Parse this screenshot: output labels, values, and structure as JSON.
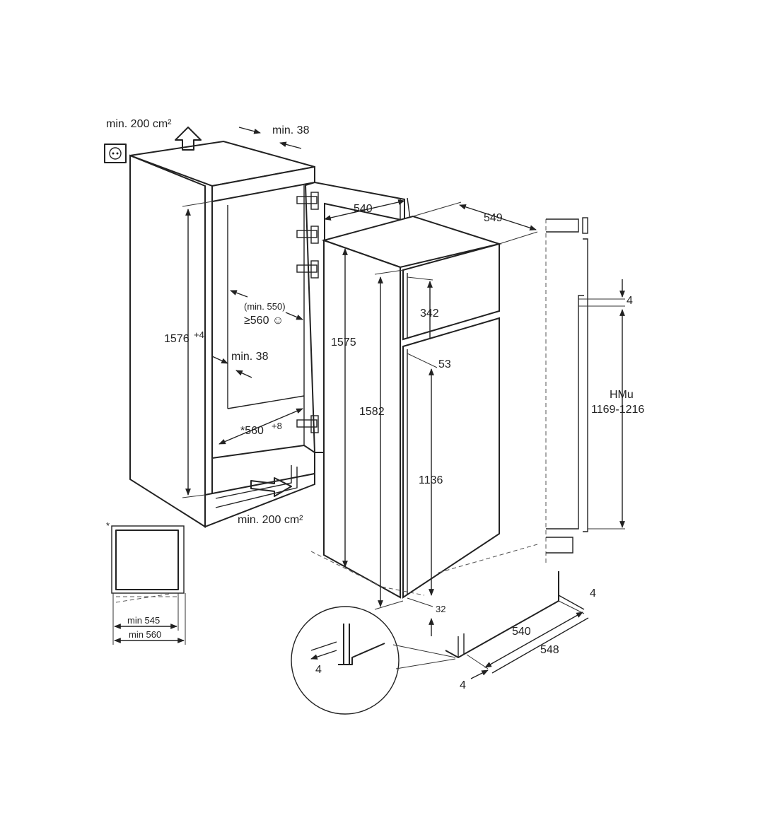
{
  "labels": {
    "vent_top": "min. 200 cm²",
    "vent_bottom": "min. 200 cm²",
    "top_gap": "min. 38",
    "side_gap": "min. 38",
    "niche_height": "1576",
    "niche_height_tol": "+4",
    "niche_depth_min": "(min. 550)",
    "niche_depth": "≥560 ☺",
    "niche_width": "*560",
    "niche_width_tol": "+8",
    "door_depth_top": "540",
    "appliance_depth": "549",
    "appliance_height": "1575",
    "door_total_height": "1582",
    "freezer_door_height": "342",
    "door_gap": "53",
    "fridge_door_height": "1136",
    "bottom_gap": "32",
    "side_offset": "4",
    "hmu_title": "HMu",
    "hmu_range": "1169-1216",
    "base_depth": "540",
    "base_total": "548",
    "base_right_gap": "4",
    "base_left_gap": "4",
    "detail_gap": "4",
    "inset_star": "*",
    "inset_min_545": "min 545",
    "inset_min_560": "min 560"
  },
  "icons": [
    "socket-icon",
    "airflow-up-arrow-icon",
    "airflow-in-arrow-icon"
  ],
  "colors": {
    "line": "#222222",
    "background": "#ffffff"
  }
}
